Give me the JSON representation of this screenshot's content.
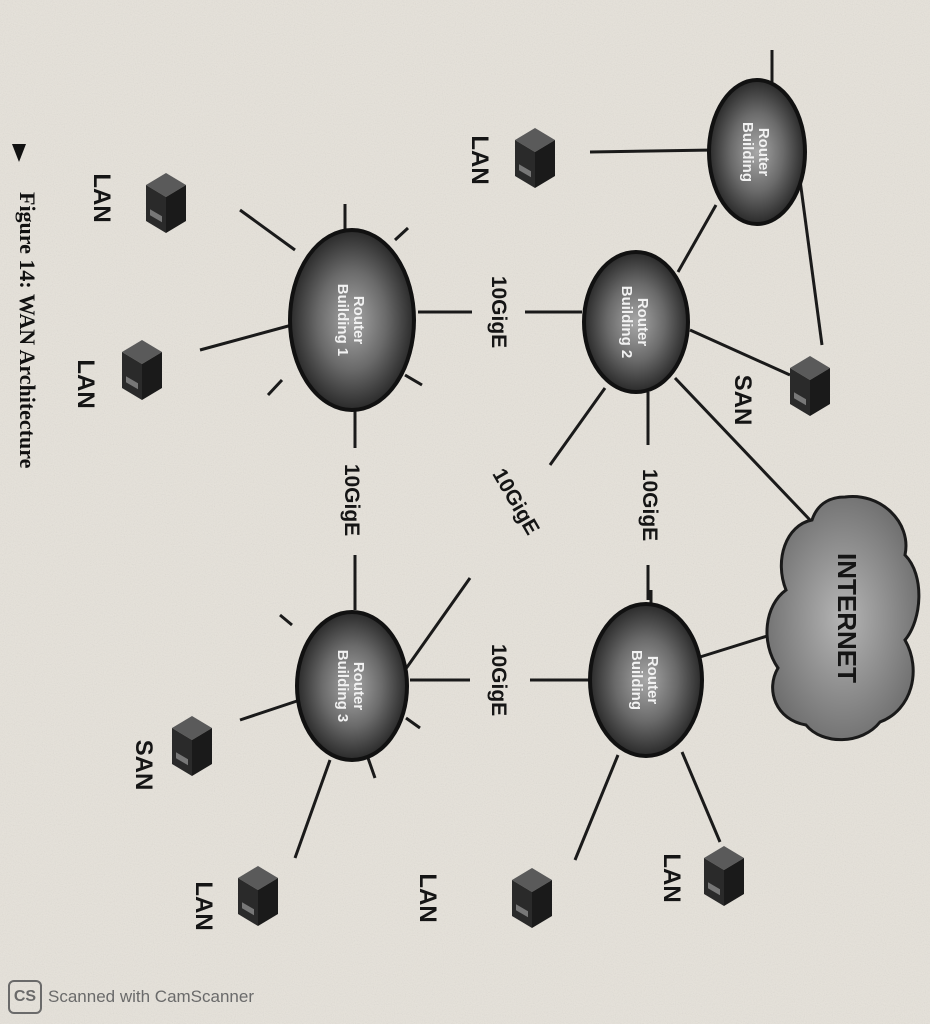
{
  "figure_caption": "Figure 14: WAN Architecture",
  "routers": [
    {
      "id": "r_top",
      "line1": "Router",
      "line2": "Building"
    },
    {
      "id": "r_center",
      "line1": "Router",
      "line2": "Building 2"
    },
    {
      "id": "r_left",
      "line1": "Router",
      "line2": "Building 1"
    },
    {
      "id": "r_right",
      "line1": "Router",
      "line2": "Building"
    },
    {
      "id": "r_bottom",
      "line1": "Router",
      "line2": "Building 3"
    }
  ],
  "internet_label": "INTERNET",
  "link_labels": {
    "l1": "10GigE",
    "l2": "10GigE",
    "l3": "10GigE",
    "l4": "10GigE",
    "l5": "10GigE"
  },
  "device_labels": {
    "lan_top": "LAN",
    "san_top": "SAN",
    "lan_left_a": "LAN",
    "lan_left_b": "LAN",
    "lan_right": "LAN",
    "lan_right2": "LAN",
    "san_bottom": "SAN",
    "lan_bottom": "LAN"
  },
  "footer": {
    "badge": "CS",
    "text": "Scanned with CamScanner"
  },
  "colors": {
    "paper": "#e6e2da",
    "router": "#2e2e2e",
    "router_highlight": "#9a9a9a",
    "cloud": "#8c8c8c",
    "ink": "#151515"
  }
}
